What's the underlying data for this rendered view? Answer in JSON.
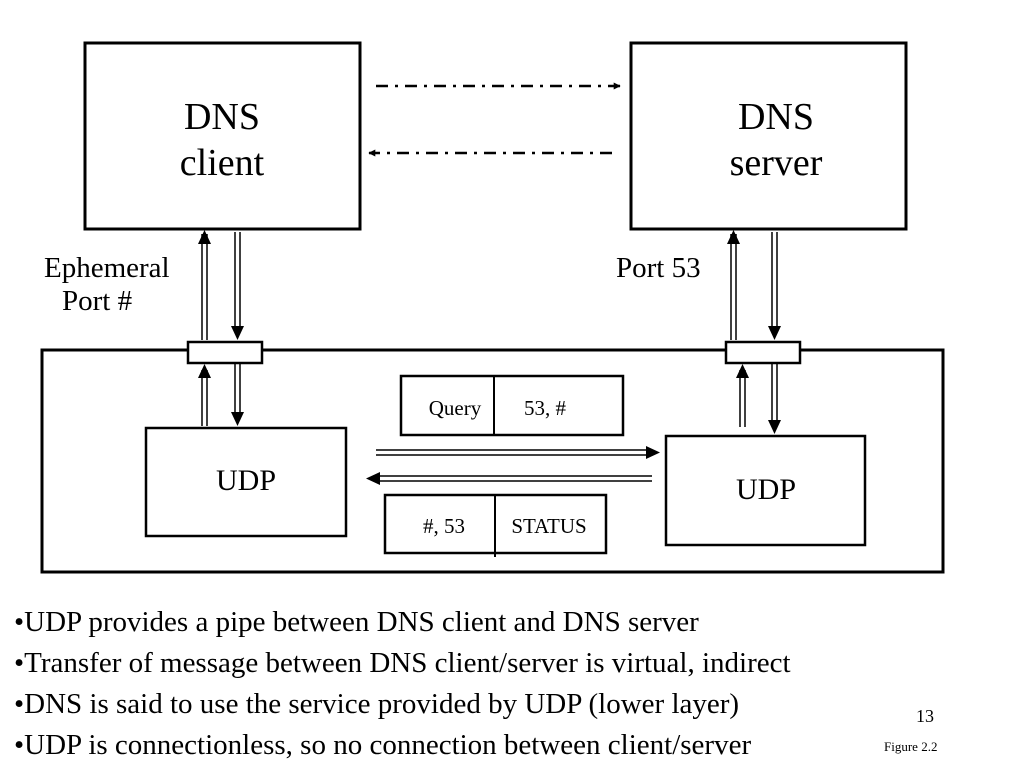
{
  "diagram": {
    "dns_client": {
      "line1": "DNS",
      "line2": "client"
    },
    "dns_server": {
      "line1": "DNS",
      "line2": "server"
    },
    "client_port": {
      "line1": "Ephemeral",
      "line2": "Port #"
    },
    "server_port": "Port 53",
    "udp_left": "UDP",
    "udp_right": "UDP",
    "query_packet": {
      "data": "Query",
      "ports": "53, #"
    },
    "response_packet": {
      "ports": "#, 53",
      "data": "STATUS"
    }
  },
  "bullets": [
    "•UDP provides a pipe between DNS client and DNS server",
    "•Transfer of message between DNS client/server is virtual, indirect",
    "•DNS is said to use the service provided by UDP (lower layer)",
    "•UDP is connectionless, so no connection between client/server"
  ],
  "slide_number": "13",
  "figure_label": "Figure 2.2"
}
